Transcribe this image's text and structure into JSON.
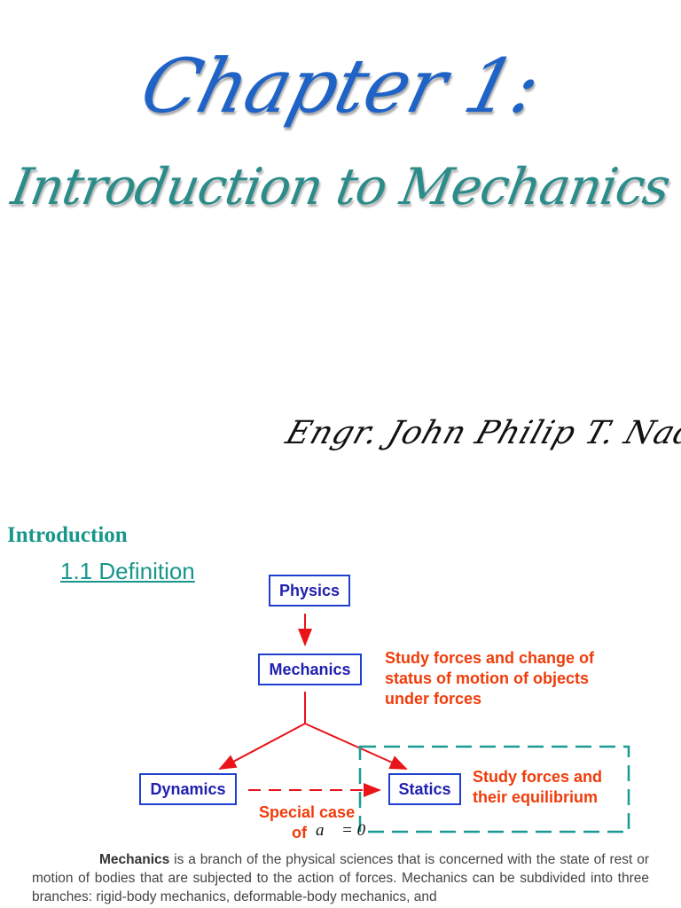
{
  "cover": {
    "chapter": "Chapter 1:",
    "title": "Introduction to Mechanics",
    "author": "Engr. John Philip T. Nadal III"
  },
  "section": {
    "heading": "Introduction",
    "subsection": "1.1 Definition"
  },
  "diagram": {
    "physics": "Physics",
    "mechanics": "Mechanics",
    "dynamics": "Dynamics",
    "statics": "Statics",
    "mechanics_note": "Study forces and change of status of motion of objects under forces",
    "statics_note": "Study forces and their equilibrium",
    "special_case": "Special case",
    "special_of": "of",
    "special_condition": "a⃗ = 0",
    "colors": {
      "box_border": "#1f3fd0",
      "box_text": "#1f1fb0",
      "note_text": "#f03c0a",
      "arrow": "#e8141a",
      "dashed_frame": "#1b9a93"
    }
  },
  "paragraph": {
    "term": "Mechanics",
    "text": " is a branch of the physical sciences that is concerned with the state of rest or motion of bodies that are subjected to the action of forces. Mechanics can be subdivided into three branches: rigid-body mechanics, deformable-body mechanics, and"
  }
}
